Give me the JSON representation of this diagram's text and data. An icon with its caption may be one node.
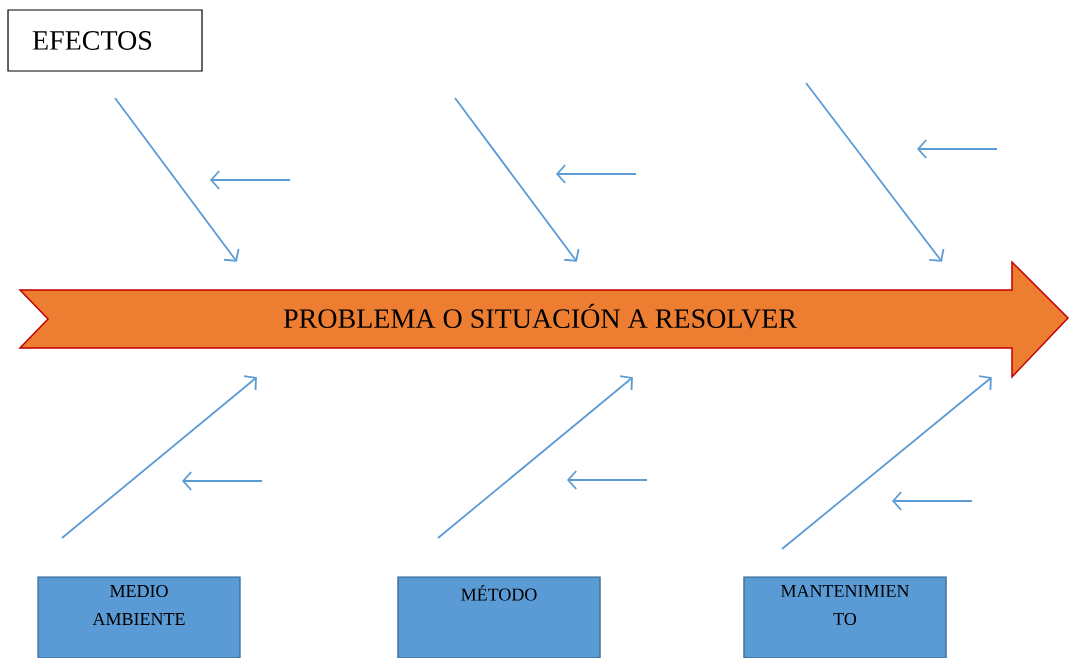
{
  "diagram": {
    "nodes": [
      {
        "text": [
          "EFECTOS"
        ]
      },
      {
        "text": [
          "PROBLEMA O SITUACIÓN A RESOLVER"
        ]
      },
      {
        "text": [
          "MEDIO AMBIENTE"
        ]
      },
      {
        "text": [
          "MÉTODO"
        ]
      },
      {
        "text": [
          "MANTENIMIEN TO"
        ]
      }
    ],
    "edges": [
      {
        "from": null,
        "to": 1,
        "arrow": "to"
      },
      {
        "from": null,
        "to": 1,
        "arrow": "to"
      },
      {
        "from": null,
        "to": 1,
        "arrow": "to"
      },
      {
        "from": null,
        "to": 1,
        "arrow": "to"
      },
      {
        "from": null,
        "to": 1,
        "arrow": "to"
      },
      {
        "from": null,
        "to": 1,
        "arrow": "to"
      }
    ]
  }
}
